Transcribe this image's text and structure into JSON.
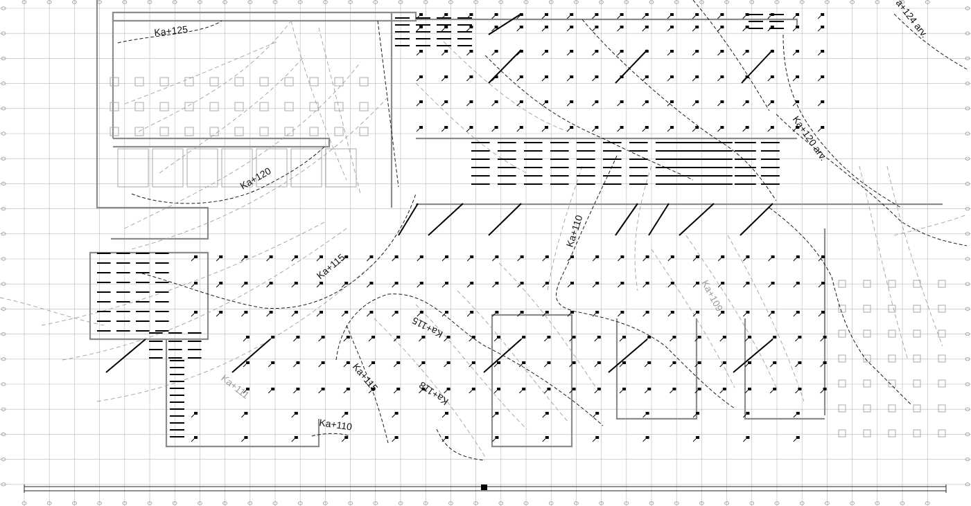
{
  "drawing": {
    "title": "",
    "labels": [
      {
        "id": "ka125",
        "text": "Ka+125",
        "tone": "dark"
      },
      {
        "id": "ka120",
        "text": "Ka+120",
        "tone": "dark"
      },
      {
        "id": "ka115_a",
        "text": "Ka+115",
        "tone": "dark"
      },
      {
        "id": "ka115_b",
        "text": "Ka+115",
        "tone": "dark"
      },
      {
        "id": "ka115_c",
        "text": "Ka+115",
        "tone": "dark"
      },
      {
        "id": "ka118",
        "text": "Ka+118",
        "tone": "dark"
      },
      {
        "id": "ka110_a",
        "text": "Ka+110",
        "tone": "dark"
      },
      {
        "id": "ka110_b",
        "text": "Ka+110",
        "tone": "dark"
      },
      {
        "id": "ka109",
        "text": "Ka+109",
        "tone": "grey"
      },
      {
        "id": "ka111",
        "text": "Ka+111",
        "tone": "grey"
      },
      {
        "id": "ka120arv",
        "text": "Ka+120 arv.",
        "tone": "dark"
      },
      {
        "id": "ka124arv",
        "text": "a+124 arv.",
        "tone": "dark"
      }
    ],
    "colors": {
      "background": "#ffffff",
      "grid": "#b5b5b5",
      "walls": "#8c8c8c",
      "contour_dark": "#1a1a1a",
      "contour_grey": "#a0a0a0",
      "markers": "#000000"
    }
  }
}
